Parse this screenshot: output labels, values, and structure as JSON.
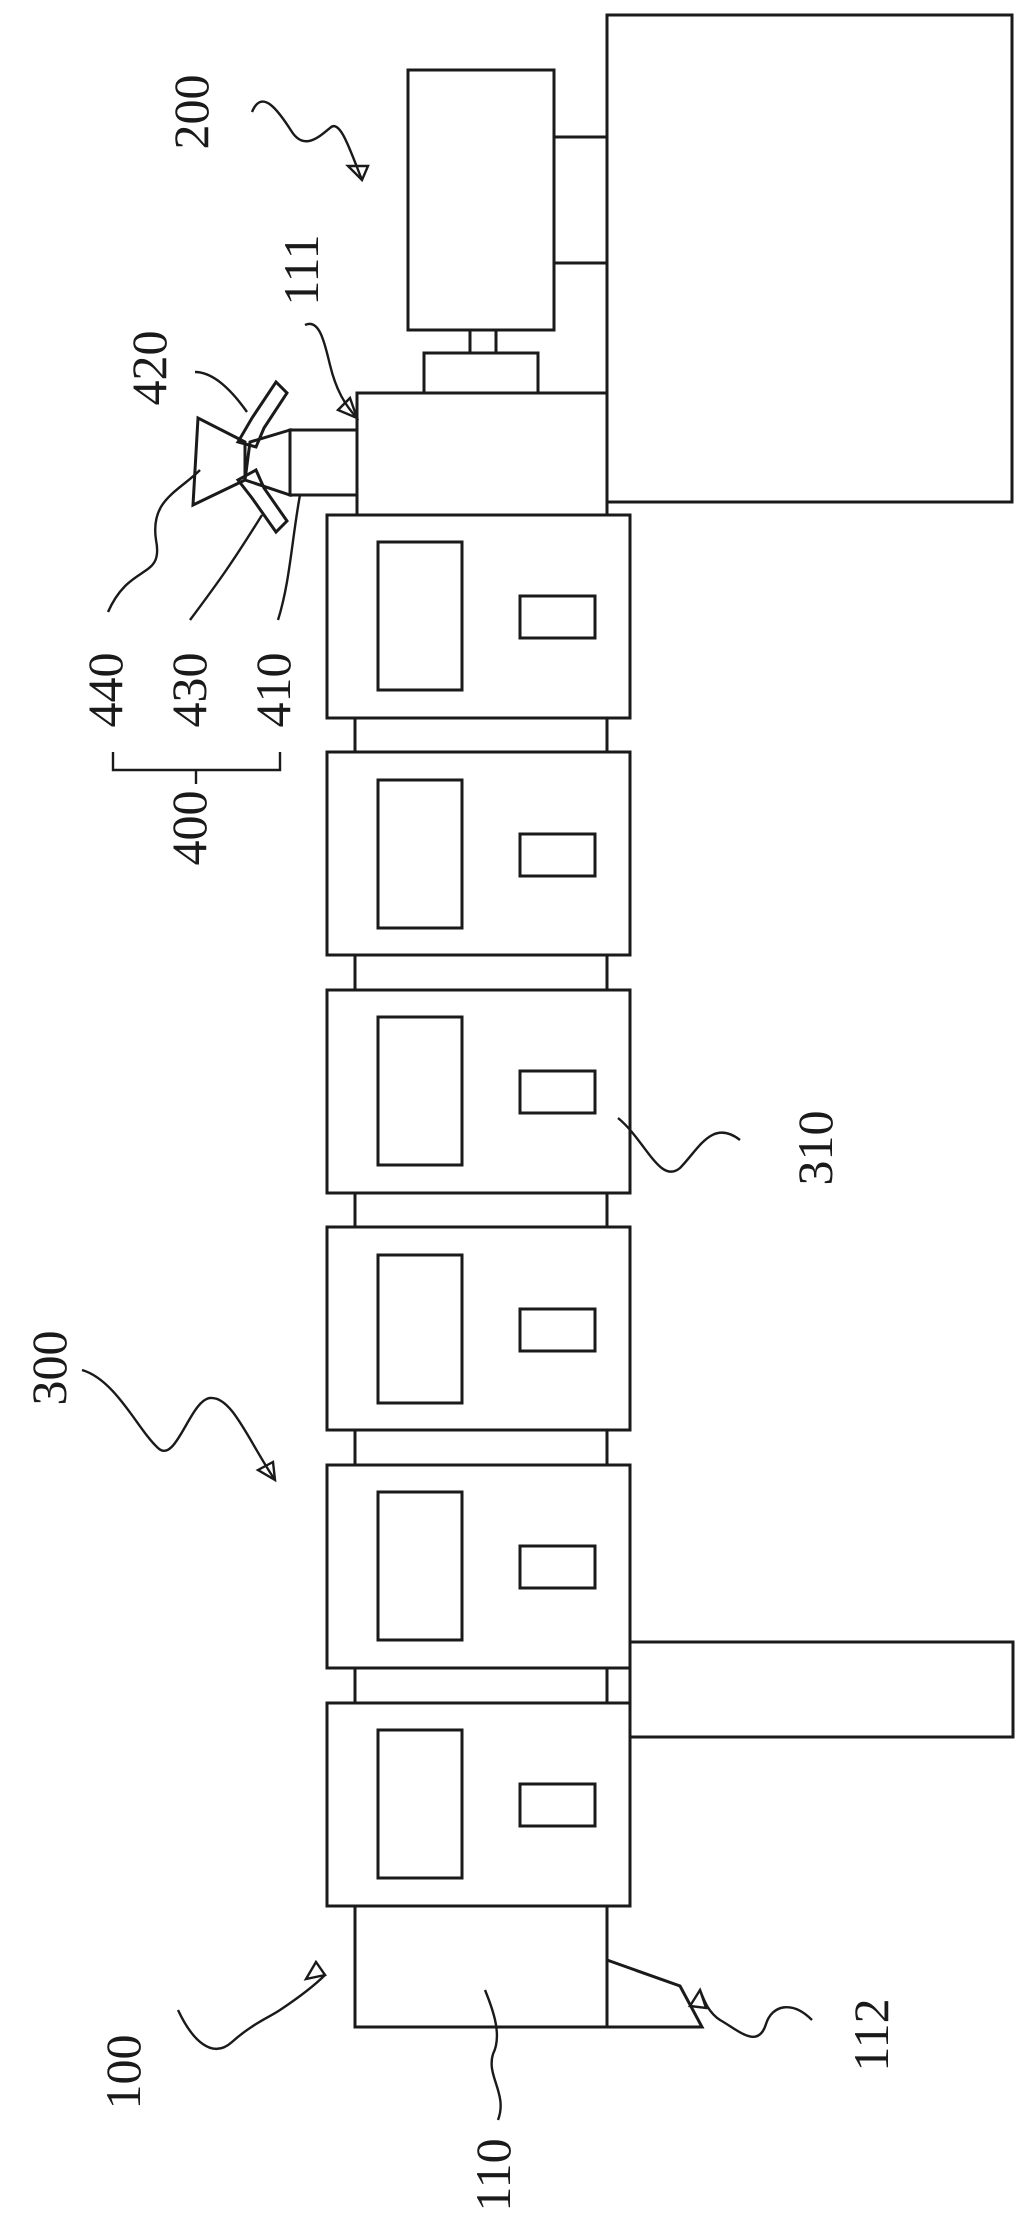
{
  "diagram": {
    "labels": {
      "l200": "200",
      "l111": "111",
      "l420": "420",
      "l440": "440",
      "l430": "430",
      "l410": "410",
      "l400": "400",
      "l310": "310",
      "l300": "300",
      "l100": "100",
      "l110": "110",
      "l112": "112"
    },
    "module_count": 6,
    "line_color": "#1a1a1a",
    "background": "#ffffff"
  }
}
